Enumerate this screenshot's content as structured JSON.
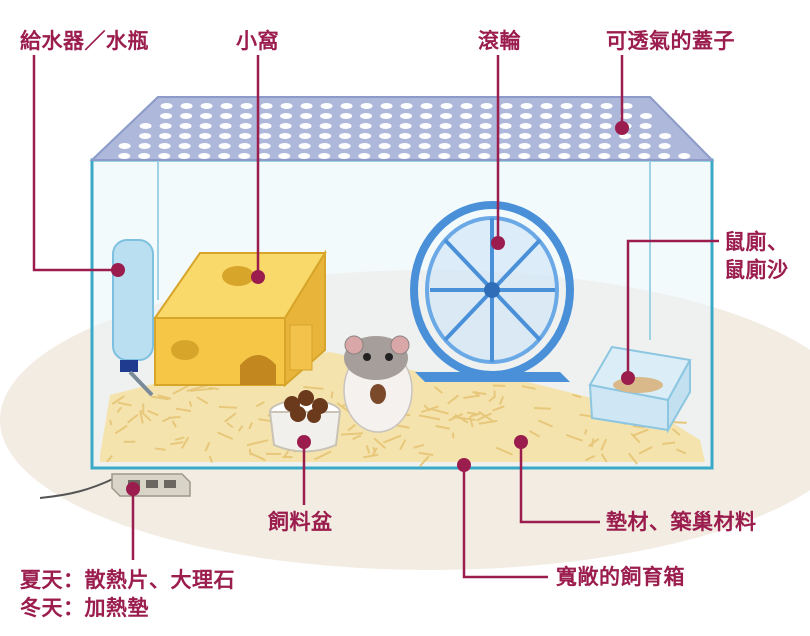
{
  "labels": {
    "water_bottle": "給水器／水瓶",
    "hideout": "小窩",
    "wheel": "滾輪",
    "lid": "可透氣的蓋子",
    "toilet_line1": "鼠廁、",
    "toilet_line2": "鼠廁沙",
    "bedding": "墊材、築巢材料",
    "food_bowl": "飼料盆",
    "cage": "寬敞的飼育箱",
    "summer": "夏天：散熱片、大理石",
    "winter": "冬天：加熱墊"
  },
  "colors": {
    "label_text": "#9b1d4e",
    "leader_line": "#9b1d4e",
    "tank_edge": "#3aa9c7",
    "lid": "#aab4d8",
    "hideout": "#f5c53a",
    "wheel": "#4a90d9",
    "bedding": "#f3dfa6",
    "floor_shadow": "#f2ebe2"
  },
  "icons": [
    "hamster",
    "exercise-wheel",
    "water-bottle",
    "cheese-hideout",
    "food-bowl",
    "litter-box",
    "heating-pad"
  ]
}
